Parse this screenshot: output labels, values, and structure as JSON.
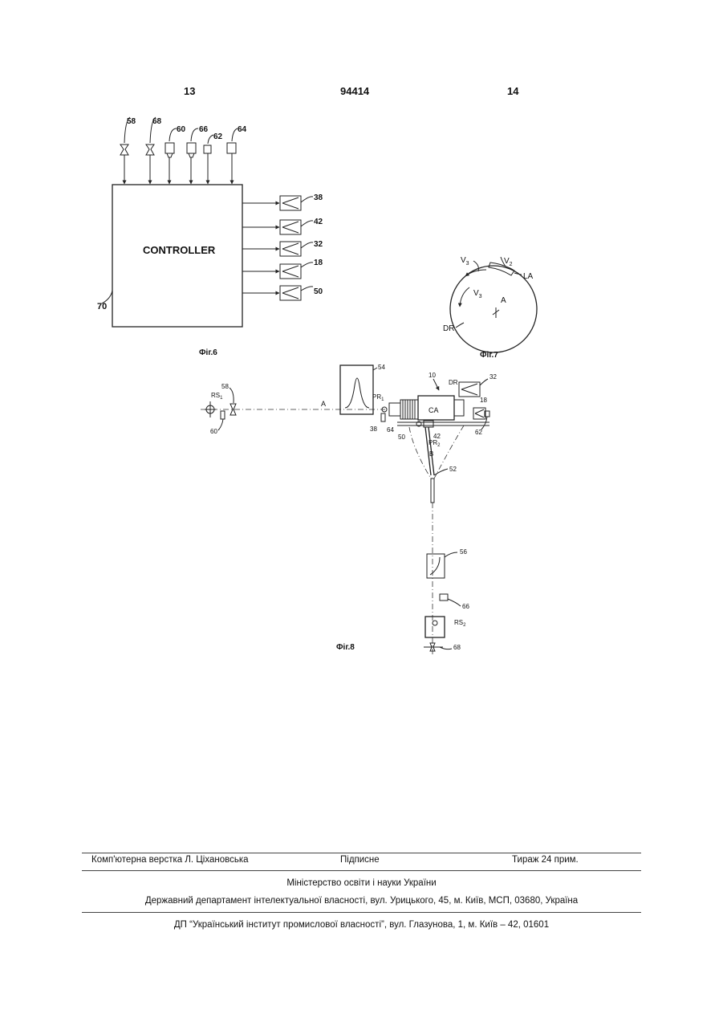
{
  "header": {
    "left_page": "13",
    "patent_number": "94414",
    "right_page": "14"
  },
  "fig6": {
    "caption": "Фіг.6",
    "controller_label": "CONTROLLER",
    "controller_ref": "70",
    "inputs": [
      "58",
      "68",
      "60",
      "66",
      "62",
      "64"
    ],
    "outputs": [
      "38",
      "42",
      "32",
      "18",
      "50"
    ]
  },
  "fig7": {
    "caption": "Фіг.7",
    "labels": {
      "v3a": "V",
      "v3a_sub": "3",
      "v2": "V",
      "v2_sub": "2",
      "la": "LA",
      "v3b": "V",
      "v3b_sub": "3",
      "a": "A",
      "dr": "DR"
    }
  },
  "fig8": {
    "caption": "Фіг.8",
    "refs": {
      "n10": "10",
      "dr": "DR",
      "n32": "32",
      "n18": "18",
      "n54": "54",
      "n58": "58",
      "rs1": "RS",
      "rs1_sub": "1",
      "n60": "60",
      "a": "A",
      "pr1": "PR",
      "pr1_sub": "1",
      "ca": "CA",
      "n38": "38",
      "n64": "64",
      "n50": "50",
      "n42": "42",
      "pr2": "PR",
      "pr2_sub": "2",
      "n62": "62",
      "b": "B",
      "n52": "52",
      "n56": "56",
      "n66": "66",
      "rs2": "RS",
      "rs2_sub": "2",
      "n68": "68"
    }
  },
  "footer": {
    "layout": "Комп'ютерна верстка Л. Ціхановська",
    "signed": "Підписне",
    "circulation": "Тираж 24 прим.",
    "ministry": "Міністерство освіти і науки України",
    "department": "Державний департамент інтелектуальної власності, вул. Урицького, 45, м. Київ, МСП, 03680, Україна",
    "institute": "ДП “Український інститут промислової власності”, вул. Глазунова, 1, м. Київ – 42, 01601"
  }
}
